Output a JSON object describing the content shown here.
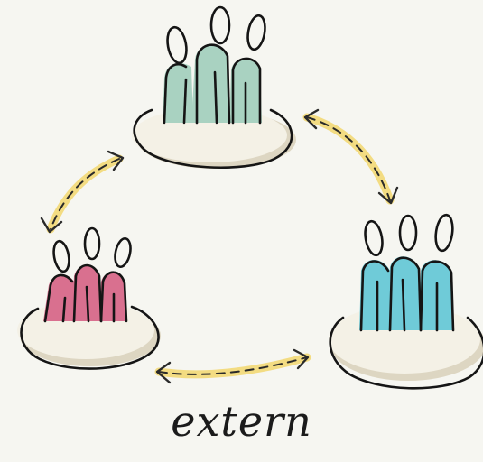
{
  "caption": "extern",
  "groups": [
    {
      "id": "top",
      "members": 3,
      "color": "#a9d2c1"
    },
    {
      "id": "left",
      "members": 3,
      "color": "#d9708f"
    },
    {
      "id": "right",
      "members": 3,
      "color": "#6fcbd8"
    }
  ],
  "colors": {
    "background": "#f6f6f1",
    "platform_fill": "#f4f1e6",
    "platform_shadow": "#ddd6c2",
    "arrow_highlight": "#f2d35c",
    "ink": "#151515"
  },
  "connections": [
    {
      "from": "top",
      "to": "left",
      "bidirectional": true
    },
    {
      "from": "top",
      "to": "right",
      "bidirectional": true
    },
    {
      "from": "left",
      "to": "right",
      "bidirectional": true
    }
  ]
}
